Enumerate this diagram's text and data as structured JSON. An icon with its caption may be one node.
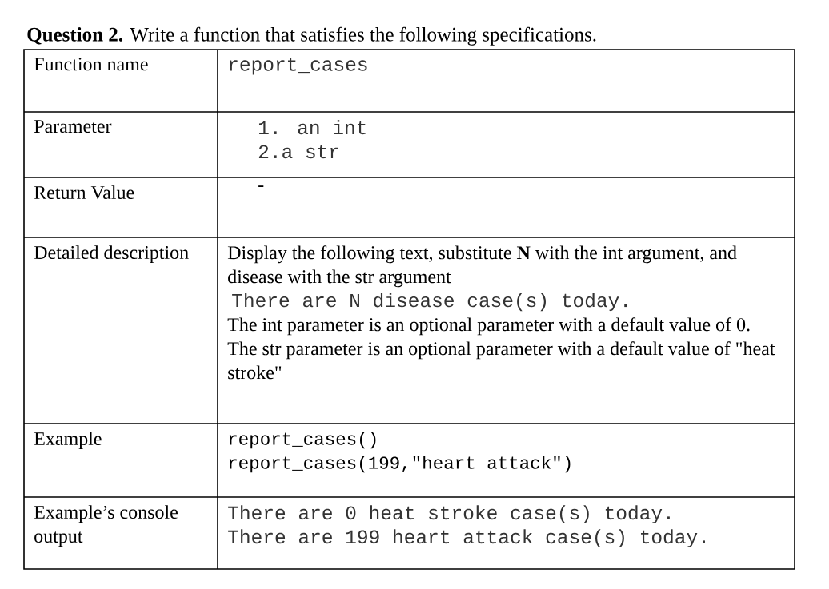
{
  "diagram": {
    "title": "**Question 2.** Write a function that satisfies the following specifications.",
    "labels": [
      "Function name",
      "report_cases",
      "Parameter",
      "1. an int",
      "2.a str",
      "Return Value",
      "-",
      "Detailed description",
      "Display the following text, substitute **N** with the int argument, and disease with the str argument",
      "There are N disease case(s) today.",
      "The int parameter is an optional parameter with a default value of 0.",
      "The str parameter is an optional parameter with a default value of \"heat stroke\"",
      "Example",
      "report_cases()",
      "report_cases(199,\"heart attack\")",
      "Example’s console output",
      "There are 0 heat stroke case(s) today.",
      "There are 199 heart attack case(s) today."
    ]
  }
}
